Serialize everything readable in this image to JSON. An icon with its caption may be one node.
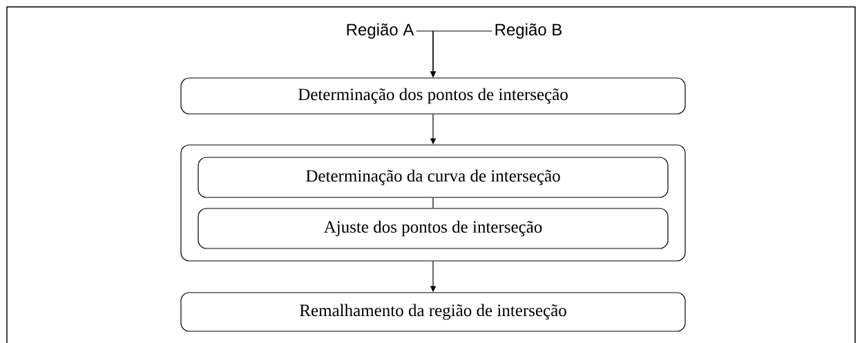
{
  "diagram": {
    "nodes": [
      {
        "text": [
          "Região A"
        ]
      },
      {
        "text": [
          "Região B"
        ]
      },
      {
        "text": [
          "Determinação dos pontos de interseção"
        ]
      },
      {
        "text": [],
        "shape": "box"
      },
      {
        "text": [
          "Determinação da curva de interseção"
        ],
        "in": 3
      },
      {
        "text": [
          "Ajuste dos pontos de interseção"
        ],
        "in": 3
      },
      {
        "text": [
          "Remalhamento da região de interseção"
        ]
      }
    ],
    "edges": [
      {
        "from": 0,
        "to": 2,
        "arrow": "to"
      },
      {
        "from": 1,
        "to": 2,
        "arrow": "to"
      },
      {
        "from": 2,
        "to": 3,
        "arrow": "to"
      },
      {
        "from": 4,
        "to": 5,
        "arrow": "none"
      },
      {
        "from": 3,
        "to": 6,
        "arrow": "to"
      }
    ]
  }
}
